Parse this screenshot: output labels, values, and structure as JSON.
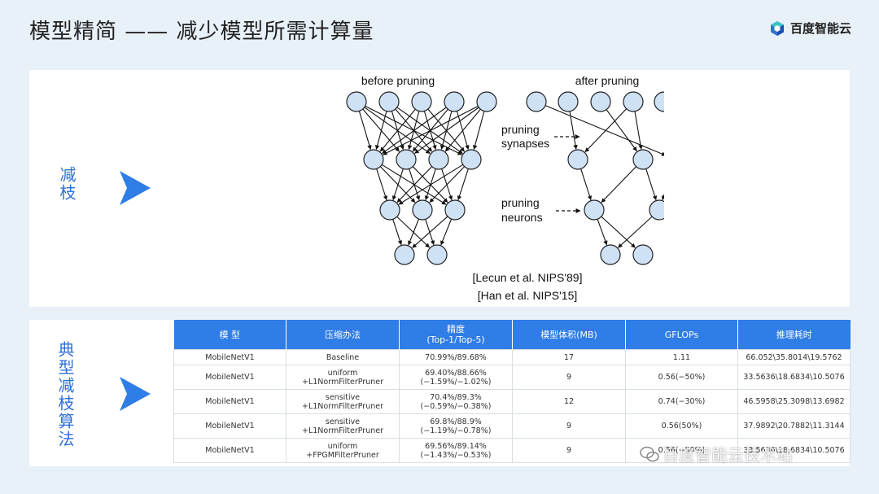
{
  "header": {
    "title": "模型精简 —— 减少模型所需计算量",
    "logo_text": "百度智能云",
    "logo_colors": [
      "#2f6fd8",
      "#3cc7c7",
      "#1a4fb0"
    ]
  },
  "pruning_section": {
    "label": "减枝",
    "label_color": "#2f6fd8",
    "diagram": {
      "before_label": "before pruning",
      "after_label": "after pruning",
      "synapses_label_line1": "pruning",
      "synapses_label_line2": "synapses",
      "neurons_label_line1": "pruning",
      "neurons_label_line2": "neurons",
      "citation1": "[Lecun et al. NIPS'89]",
      "citation2": "[Han et al. NIPS'15]",
      "node_fill": "#cfe1f5"
    }
  },
  "algorithm_section": {
    "label": "典型减枝算法",
    "header_color": "#2f7de6",
    "columns": [
      {
        "line1": "模 型"
      },
      {
        "line1": "压缩办法"
      },
      {
        "line1": "精度",
        "line2": "(Top-1/Top-5)"
      },
      {
        "line1": "模型体积(MB)"
      },
      {
        "line1": "GFLOPs"
      },
      {
        "line1": "推理耗时"
      }
    ],
    "rows": [
      {
        "model": "MobileNetV1",
        "method1": "Baseline",
        "method2": "",
        "acc1": "70.99%/89.68%",
        "acc2": "",
        "size": "17",
        "gflops": "1.11",
        "latency": "66.052\\35.8014\\19.5762"
      },
      {
        "model": "MobileNetV1",
        "method1": "uniform",
        "method2": "+L1NormFilterPruner",
        "acc1": "69.40%/88.66%",
        "acc2": "(−1.59%/−1.02%)",
        "size": "9",
        "gflops": "0.56(−50%)",
        "latency": "33.5636\\18.6834\\10.5076"
      },
      {
        "model": "MobileNetV1",
        "method1": "sensitive",
        "method2": "+L1NormFilterPruner",
        "acc1": "70.4%/89.3%",
        "acc2": "(−0.59%/−0.38%)",
        "size": "12",
        "gflops": "0.74(−30%)",
        "latency": "46.5958\\25.3098\\13.6982"
      },
      {
        "model": "MobileNetV1",
        "method1": "sensitive",
        "method2": "+L1NormFilterPruner",
        "acc1": "69.8%/88.9%",
        "acc2": "(−1.19%/−0.78%)",
        "size": "9",
        "gflops": "0.56(50%)",
        "latency": "37.9892\\20.7882\\11.3144"
      },
      {
        "model": "MobileNetV1",
        "method1": "uniform",
        "method2": "+FPGMFilterPruner",
        "acc1": "69.56%/89.14%",
        "acc2": "(−1.43%/−0.53%)",
        "size": "9",
        "gflops": "0.56(−50%)",
        "latency": "33.5636\\18.6834\\10.5076"
      }
    ]
  },
  "watermark": {
    "text": "百度智能云技术站"
  }
}
